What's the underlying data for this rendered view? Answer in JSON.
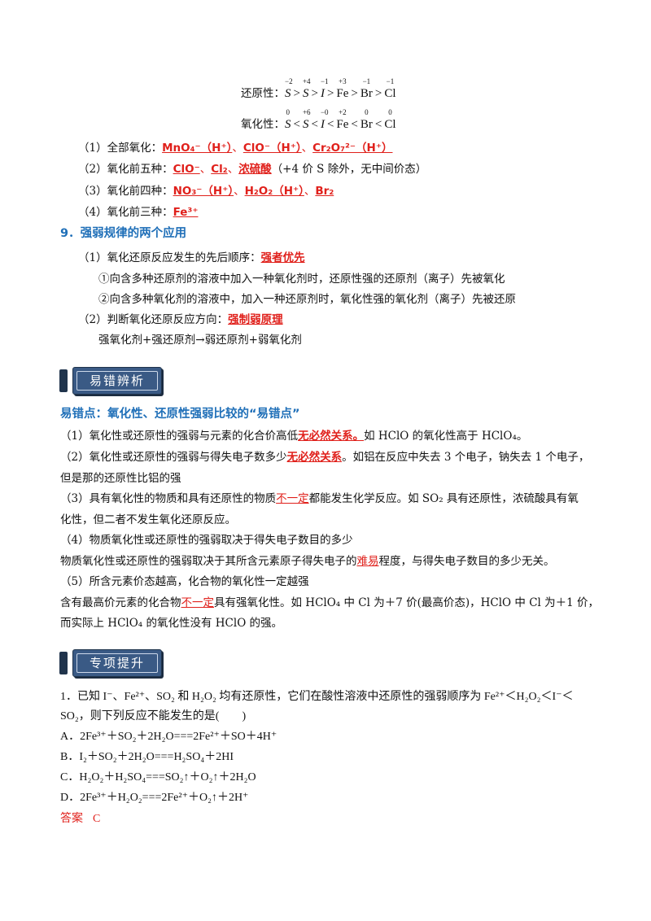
{
  "reduction_order": {
    "label": "还原性：",
    "terms": [
      {
        "sym": "S",
        "ox": "−2",
        "italic": true
      },
      {
        "sym": "S",
        "ox": "+4",
        "italic": true
      },
      {
        "sym": "I",
        "ox": "−1",
        "italic": true
      },
      {
        "sym": "Fe",
        "ox": "+3",
        "italic": false
      },
      {
        "sym": "Br",
        "ox": "−1",
        "italic": false
      },
      {
        "sym": "Cl",
        "ox": "−1",
        "italic": false
      }
    ],
    "op": ">"
  },
  "oxidation_order": {
    "label": "氧化性：",
    "terms": [
      {
        "sym": "S",
        "ox": "0",
        "italic": true
      },
      {
        "sym": "S",
        "ox": "+6",
        "italic": true
      },
      {
        "sym": "I",
        "ox": "−0",
        "italic": true
      },
      {
        "sym": "Fe",
        "ox": "+2",
        "italic": false
      },
      {
        "sym": "Br",
        "ox": "0",
        "italic": false
      },
      {
        "sym": "Cl",
        "ox": "0",
        "italic": false
      }
    ],
    "op": "<"
  },
  "list1": {
    "i1_prefix": "（1）全部氧化：",
    "i1_a": "MnO₄⁻（H⁺）",
    "i1_sep1": "、",
    "i1_b": "ClO⁻（H⁺）",
    "i1_sep2": "、",
    "i1_c": "Cr₂O₇²⁻（H⁺）",
    "i2_prefix": "（2）氧化前五种：",
    "i2_a": "ClO⁻",
    "i2_sep1": "、",
    "i2_b": "Cl₂",
    "i2_sep2": "、",
    "i2_c": "浓硫酸",
    "i2_note": "（+4 价 S 除外，无中间价态）",
    "i3_prefix": "（3）氧化前四种：",
    "i3_a": "NO₃⁻（H⁺）",
    "i3_sep1": "、",
    "i3_b": "H₂O₂（H⁺）",
    "i3_sep2": "、",
    "i3_c": "Br₂",
    "i4_prefix": "（4）氧化前三种：",
    "i4_a": "Fe³⁺"
  },
  "section9": {
    "title": "9．强弱规律的两个应用",
    "p1_prefix": "（1）氧化还原反应发生的先后顺序：",
    "p1_key": "强者优先",
    "p1_l1": "①向含多种还原剂的溶液中加入一种氧化剂时，还原性强的还原剂（离子）先被氧化",
    "p1_l2": "②向含多种氧化剂的溶液中，加入一种还原剂时，氧化性强的氧化剂（离子）先被还原",
    "p2_prefix": "（2）判断氧化还原反应方向：",
    "p2_key": "强制弱原理",
    "p2_l1": "强氧化剂+强还原剂→弱还原剂+弱氧化剂"
  },
  "banner1": "易错辨析",
  "errors": {
    "title": "易错点：氧化性、还原性强弱比较的“易错点”",
    "e1_a": "（1）氧化性或还原性的强弱与元素的化合价高低",
    "e1_key": "无必然关系。",
    "e1_b": "如 HClO 的氧化性高于 HClO₄。",
    "e2_a": "（2）氧化性或还原性的强弱与得失电子数多少",
    "e2_key": "无必然关系",
    "e2_b": "。如铝在反应中失去 3 个电子，钠失去 1 个电子，",
    "e2_c": "但是那的还原性比铝的强",
    "e3_a": "（3）具有氧化性的物质和具有还原性的物质",
    "e3_key": "不一定",
    "e3_b": "都能发生化学反应。如 SO₂ 具有还原性，浓硫酸具有氧",
    "e3_c": "化性，但二者不发生氧化还原反应。",
    "e4_a": "（4）物质氧化性或还原性的强弱取决于得失电子数目的多少",
    "e4_b": "物质氧化性或还原性的强弱取决于其所含元素原子得失电子的",
    "e4_key": "难易",
    "e4_c": "程度，与得失电子数目的多少无关。",
    "e5_a": "（5）所含元素价态越高，化合物的氧化性一定越强",
    "e5_b": "含有最高价元素的化合物",
    "e5_key": "不一定",
    "e5_c": "具有强氧化性。如 HClO₄ 中 Cl 为＋7 价(最高价态)，HClO 中 Cl 为＋1 价，",
    "e5_d": "而实际上 HClO₄ 的氧化性没有 HClO 的强。"
  },
  "banner2": "专项提升",
  "question": {
    "stem1": "1．已知 I⁻、Fe²⁺、SO₂ 和 H₂O₂ 均有还原性，它们在酸性溶液中还原性的强弱顺序为 Fe²⁺＜H₂O₂＜I⁻＜",
    "stem2": "SO₂，则下列反应不能发生的是(　　)",
    "optA": "A．2Fe³⁺＋SO₂＋2H₂O===2Fe²⁺＋SO＋4H⁺",
    "optB": "B．I₂＋SO₂＋2H₂O===H₂SO₄＋2HI",
    "optC": "C．H₂O₂＋H₂SO₄===SO₂↑＋O₂↑＋2H₂O",
    "optD": "D．2Fe³⁺＋H₂O₂===2Fe²⁺＋O₂↑＋2H⁺",
    "answer_label": "答案",
    "answer": "C"
  }
}
